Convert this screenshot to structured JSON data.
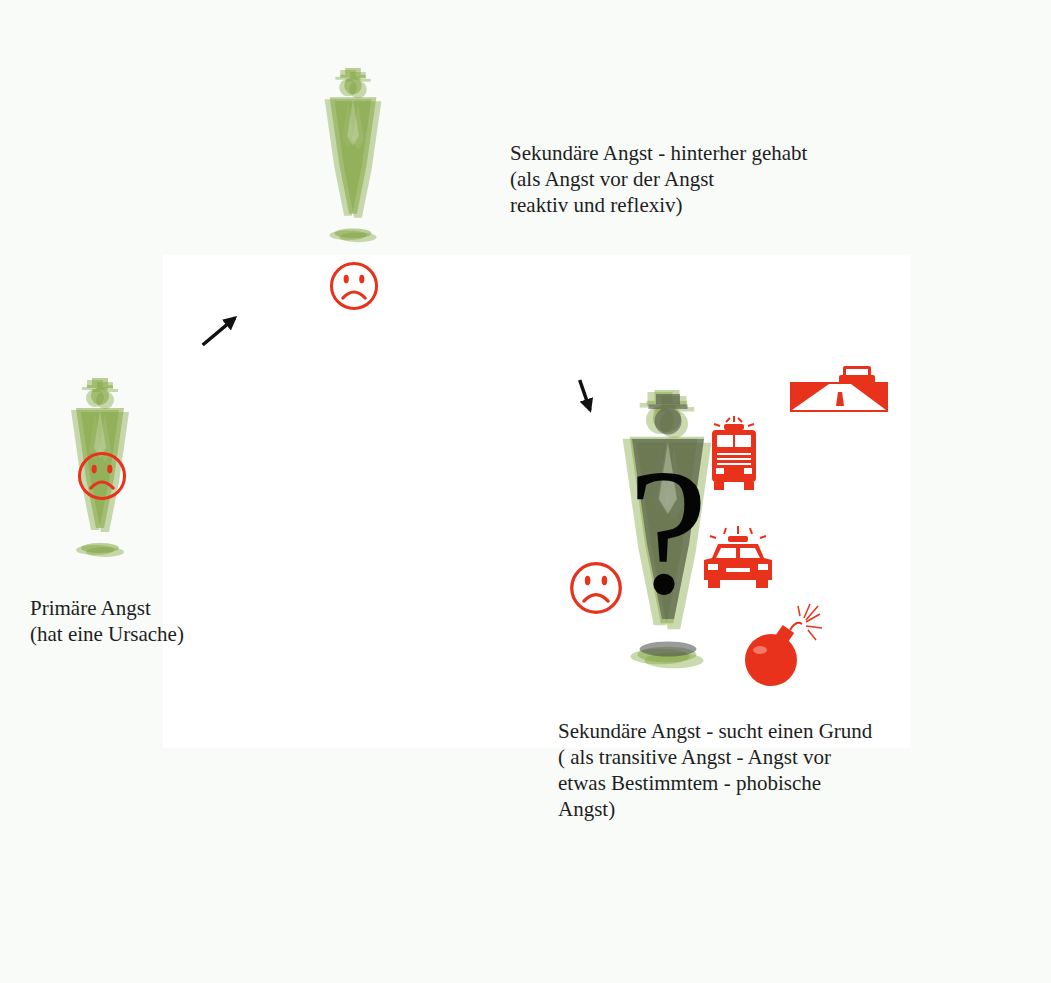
{
  "diagram": {
    "nodes": [
      {
        "text": [
          "Primäre Angst",
          "(hat eine Ursache)"
        ]
      },
      {
        "text": [
          "Sekundäre Angst - hinterher gehabt",
          "(als Angst vor der Angst reaktiv und reflexiv)"
        ]
      },
      {
        "text": [
          "Sekundäre Angst - sucht einen Grund",
          "( als transitive Angst - Angst vor etwas Bestimmtem - phobische Angst)"
        ]
      }
    ],
    "edges": [
      {
        "from": 0,
        "to": 1,
        "arrow": "to"
      },
      {
        "from": 1,
        "to": 2,
        "arrow": "to"
      }
    ],
    "labels": [
      "?"
    ]
  }
}
